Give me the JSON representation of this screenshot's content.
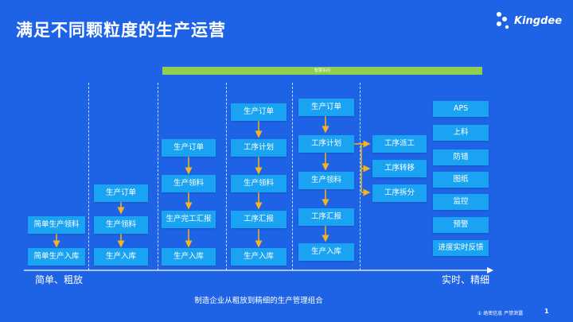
{
  "title": "满足不同颗粒度的生产运营",
  "logo": {
    "text": "Kingdee"
  },
  "top_bar": {
    "label": "智慧车间"
  },
  "columns": [
    {
      "boxes": [
        "简单生产领料",
        "简单生产入库"
      ]
    },
    {
      "boxes": [
        "生产订单",
        "生产领料",
        "生产入库"
      ]
    },
    {
      "boxes": [
        "生产订单",
        "生产领料",
        "生产完工汇报",
        "生产入库"
      ]
    },
    {
      "boxes": [
        "生产订单",
        "工序计划",
        "生产领料",
        "工序汇报",
        "生产入库"
      ]
    },
    {
      "boxes": [
        "生产订单",
        "工序计划",
        "生产领料",
        "工序汇报",
        "生产入库"
      ]
    }
  ],
  "branch_boxes": [
    "工序派工",
    "工序转移",
    "工序拆分"
  ],
  "right_column": [
    "APS",
    "上料",
    "防错",
    "图纸",
    "监控",
    "预警",
    "进度实时反馈"
  ],
  "axis": {
    "left": "简单、粗放",
    "right": "实时、精细"
  },
  "caption": "制造企业从粗放到精细的生产管理组合",
  "footer": {
    "confidential": "① 绝密信息 严禁泄露",
    "page": "1"
  },
  "colors": {
    "background": "#1e63e6",
    "box": "#1aa3f2",
    "arrow": "#f5b41e",
    "top_bar": "#8fd14f"
  }
}
